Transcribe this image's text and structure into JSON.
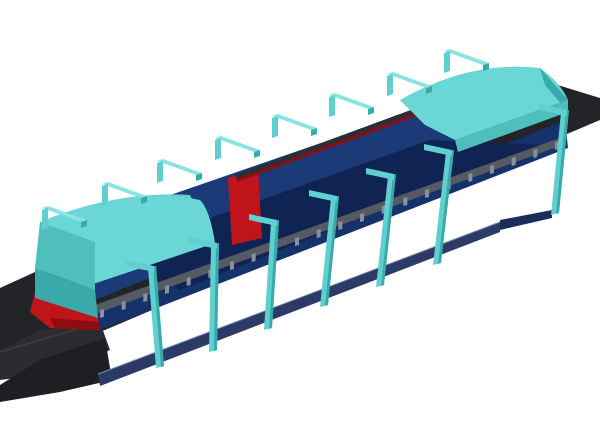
{
  "diagram": {
    "kind": "3d-cad-render",
    "subject": "conveyor-machine-with-canopy-hoods",
    "colors": {
      "frame": "#5fd0cf",
      "frame_dark": "#3aa9aa",
      "frame_light": "#8be3e2",
      "body": "#16326b",
      "body_dark": "#0f2452",
      "belt": "#222428",
      "belt_edge": "#3a3d42",
      "rails": "#555a63",
      "red_panel": "#c0141b",
      "red_dark": "#8e0c12",
      "grill": "#2b2f36",
      "background": "#ffffff"
    },
    "counts": {
      "legs_front": 7,
      "legs_back": 7,
      "grill_slats": 10
    }
  }
}
